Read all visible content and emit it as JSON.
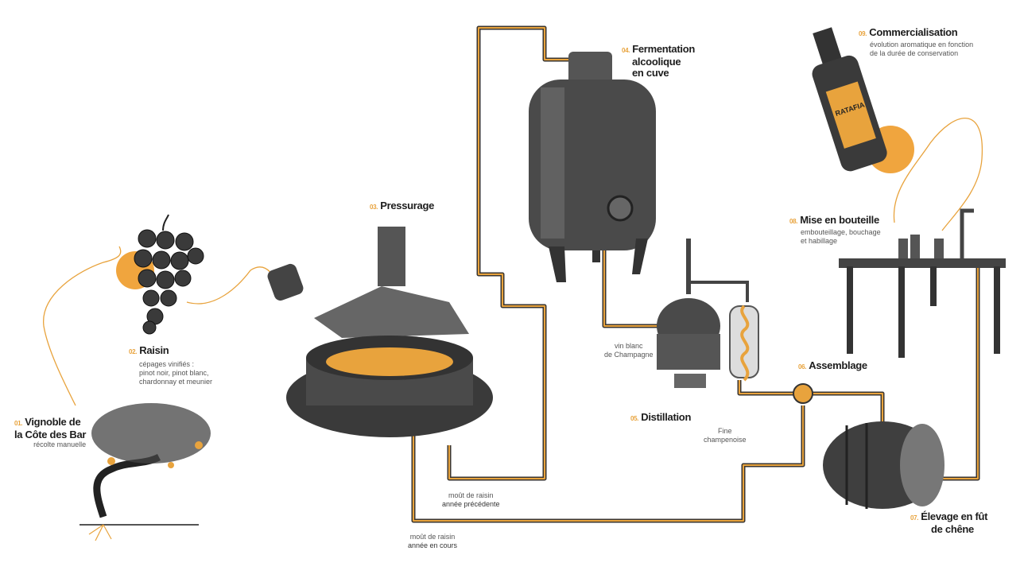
{
  "steps": [
    {
      "num": "01.",
      "title_1": "Vignoble de",
      "title_2": "la Côte des Bar",
      "desc_1": "récolte manuelle"
    },
    {
      "num": "02.",
      "title": "Raisin",
      "desc_1": "cépages vinifiés :",
      "desc_2": "pinot noir, pinot blanc,",
      "desc_3": "chardonnay et meunier"
    },
    {
      "num": "03.",
      "title": "Pressurage"
    },
    {
      "num": "04.",
      "title_1": "Fermentation",
      "title_2": "alcoolique",
      "title_3": "en cuve"
    },
    {
      "num": "05.",
      "title": "Distillation"
    },
    {
      "num": "06.",
      "title": "Assemblage"
    },
    {
      "num": "07.",
      "title_1": "Élevage en fût",
      "title_2": "de chêne"
    },
    {
      "num": "08.",
      "title": "Mise en bouteille",
      "desc_1": "embouteillage, bouchage",
      "desc_2": "et habillage"
    },
    {
      "num": "09.",
      "title": "Commercialisation",
      "desc_1": "évolution aromatique en fonction",
      "desc_2": "de la durée de conservation"
    }
  ],
  "notes": {
    "vin_blanc_1": "vin blanc",
    "vin_blanc_2": "de Champagne",
    "fine_1": "Fine",
    "fine_2": "champenoise",
    "mout_prec_1": "moût de raisin",
    "mout_prec_2": "année précédente",
    "mout_cours_1": "moût de raisin",
    "mout_cours_2": "année en cours"
  },
  "bottle_label": "RATAFIA",
  "colors": {
    "accent": "#e8a33d",
    "ink": "#1d1d1d",
    "pipe": "#3a3530"
  }
}
